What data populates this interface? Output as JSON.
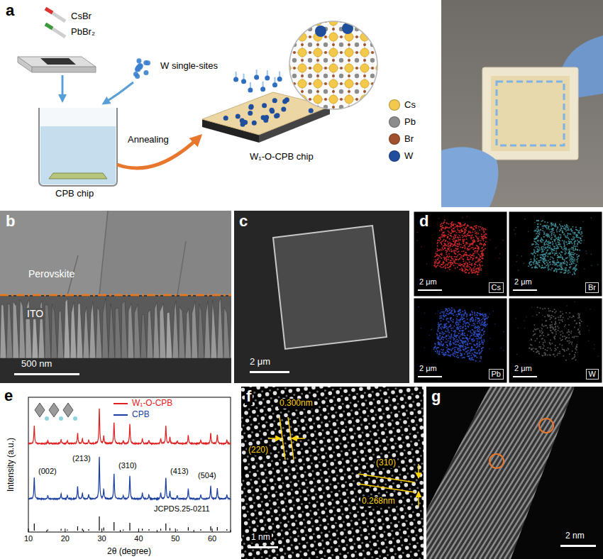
{
  "diagram": {
    "nodes": [
      {
        "text": [
          "Cs"
        ]
      },
      {
        "text": [
          "Br"
        ]
      },
      {
        "text": [
          "Pb"
        ]
      },
      {
        "text": [
          "W"
        ]
      }
    ],
    "labels": [
      "a",
      "CsBr",
      "PbBr₂",
      "W single-sites",
      "CPB chip",
      "Annealing",
      "W₁-O-CPB chip",
      "b",
      "Perovskite",
      "ITO",
      "500 nm",
      "c",
      "2 μm",
      "d",
      "2 μm",
      "2 μm",
      "2 μm",
      "2 μm",
      "e",
      "(002)",
      "(213)",
      "(310)",
      "(413)",
      "(504)",
      "JCPDS.25-0211",
      "Intensity (a.u.)",
      "2θ (degree)",
      "10",
      "20",
      "30",
      "40",
      "50",
      "60",
      "f",
      "0.300nm",
      "(220)",
      "(310)",
      "0.268nm",
      "1 nm",
      "g",
      "2 nm"
    ],
    "legend": [
      {
        "text": "Cs",
        "color": "#f2c94c"
      },
      {
        "text": "Pb",
        "color": "#8c8c8c"
      },
      {
        "text": "Br",
        "color": "#a0522d"
      },
      {
        "text": "W",
        "color": "#1f4e9c"
      },
      {
        "text": "W₁-O-CPB"
      },
      {
        "text": "CPB"
      }
    ]
  }
}
